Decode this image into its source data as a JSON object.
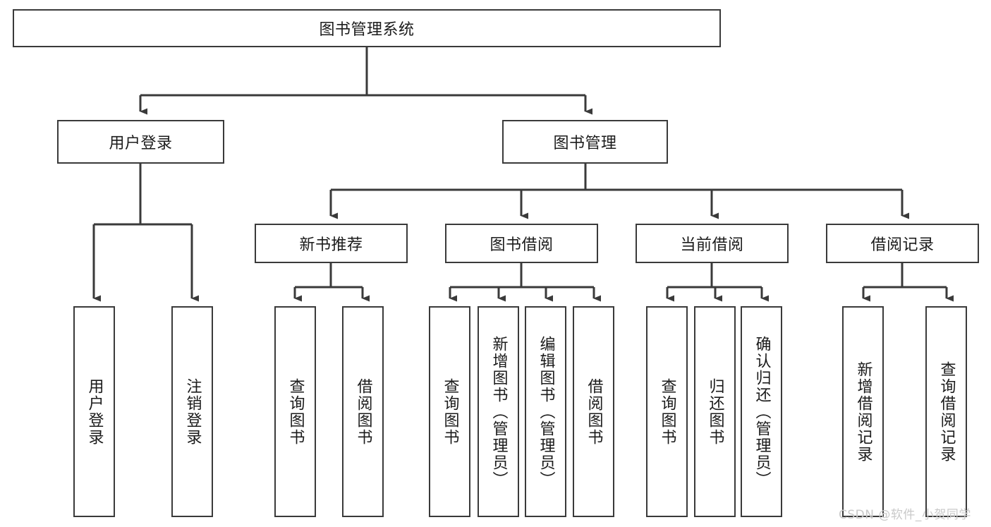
{
  "diagram": {
    "title": "图书管理系统",
    "type": "tree-structure-chart",
    "watermark": "CSDN @软件_小贺同学",
    "colors": {
      "box_border": "#3a3a3a",
      "box_fill": "#ffffff",
      "connector": "#3a3a3a",
      "text": "#1b1b1b",
      "watermark": "#c9c9c9",
      "background": "#ffffff"
    },
    "root": {
      "label": "图书管理系统"
    },
    "level2": [
      {
        "label": "用户登录"
      },
      {
        "label": "图书管理"
      }
    ],
    "level3": [
      {
        "label": "新书推荐"
      },
      {
        "label": "图书借阅"
      },
      {
        "label": "当前借阅"
      },
      {
        "label": "借阅记录"
      }
    ],
    "leaves": {
      "user_login": [
        {
          "label": "用户登录"
        },
        {
          "label": "注销登录"
        }
      ],
      "new_book_recommend": [
        {
          "label": "查询图书"
        },
        {
          "label": "借阅图书"
        }
      ],
      "book_borrow": [
        {
          "label": "查询图书"
        },
        {
          "label": "新增图书（管理员）"
        },
        {
          "label": "编辑图书（管理员）"
        },
        {
          "label": "借阅图书"
        }
      ],
      "current_borrow": [
        {
          "label": "查询图书"
        },
        {
          "label": "归还图书"
        },
        {
          "label": "确认归还（管理员）"
        }
      ],
      "borrow_record": [
        {
          "label": "新增借阅记录"
        },
        {
          "label": "查询借阅记录"
        }
      ]
    }
  }
}
